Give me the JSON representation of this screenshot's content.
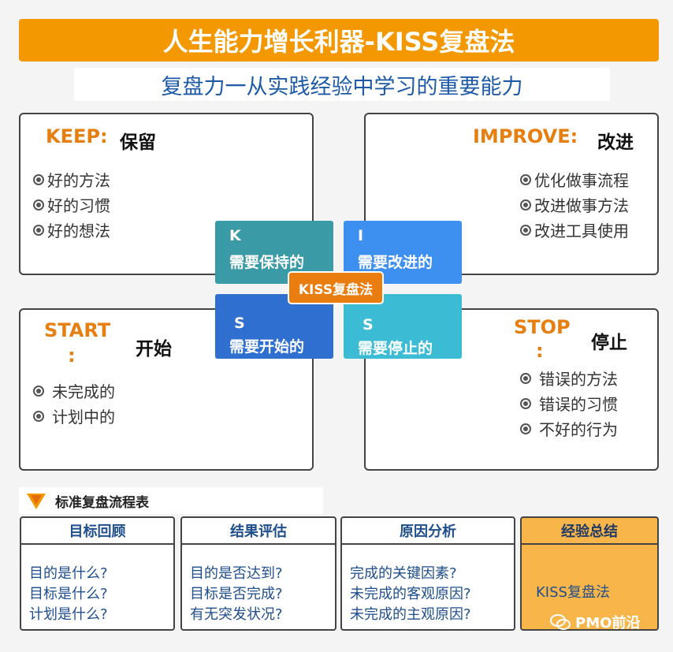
{
  "title": "人生能力增长利器-KISS复盘法",
  "subtitle": "复盘力一从实践经验中学习的重要能力",
  "quadrants": {
    "keep": {
      "en": "KEEP:",
      "zh": "保留",
      "items": [
        "好的方法",
        "好的习惯",
        "好的想法"
      ]
    },
    "improve": {
      "en": "IMPROVE:",
      "zh": "改进",
      "items": [
        "优化做事流程",
        "改进做事方法",
        "改进工具使用"
      ]
    },
    "start": {
      "en": "START",
      "colon": ":",
      "zh": "开始",
      "items": [
        "未完成的",
        "计划中的"
      ]
    },
    "stop": {
      "en": "STOP",
      "colon": ":",
      "zh": "停止",
      "items": [
        "错误的方法",
        "错误的习惯",
        "不好的行为"
      ]
    }
  },
  "tiles": {
    "k": {
      "letter": "K",
      "desc": "需要保持的"
    },
    "i": {
      "letter": "I",
      "desc": "需要改进的"
    },
    "s1": {
      "letter": "S",
      "desc": "需要开始的"
    },
    "s2": {
      "letter": "S",
      "desc": "需要停止的"
    }
  },
  "center_label": "KISS复盘法",
  "section_title": "标准复盘流程表",
  "process": [
    {
      "title": "目标回顾",
      "lines": [
        "目的是什么?",
        "目标是什么?",
        "计划是什么?"
      ]
    },
    {
      "title": "结果评估",
      "lines": [
        "目的是否达到?",
        "目标是否完成?",
        "有无突发状况?"
      ]
    },
    {
      "title": "原因分析",
      "lines": [
        "完成的关键因素?",
        "未完成的客观原因?",
        "未完成的主观原因?"
      ]
    },
    {
      "title": "经验总结",
      "lines": [
        "KISS复盘法"
      ]
    }
  ],
  "watermark": "PMO前沿",
  "colors": {
    "orange": "#f39800",
    "blue_text": "#1d5aa7",
    "teal": "#3a9aa6",
    "blue": "#3d8ff0",
    "dark_blue": "#2f6fcf",
    "cyan": "#3cbcd4",
    "summary_bg": "#f8b54a"
  }
}
